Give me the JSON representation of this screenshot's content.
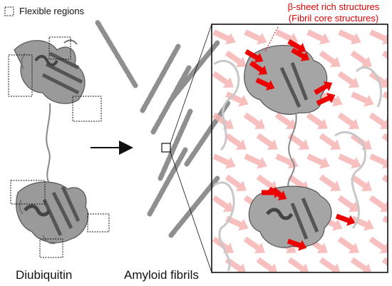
{
  "legend": {
    "label": "Flexible regions"
  },
  "panels": {
    "left_label": "Diubiquitin",
    "middle_label": "Amyloid fibrils"
  },
  "annotation": {
    "line1": "β-sheet rich structures",
    "line2": "(Fibril core structures)"
  },
  "colors": {
    "protein": "#6e6e6e",
    "protein_light": "#bdbdbd",
    "beta_highlight": "#ee0000",
    "background_beta": "#f7b4b4",
    "annotation_text": "#e00000",
    "frame": "#111111"
  }
}
